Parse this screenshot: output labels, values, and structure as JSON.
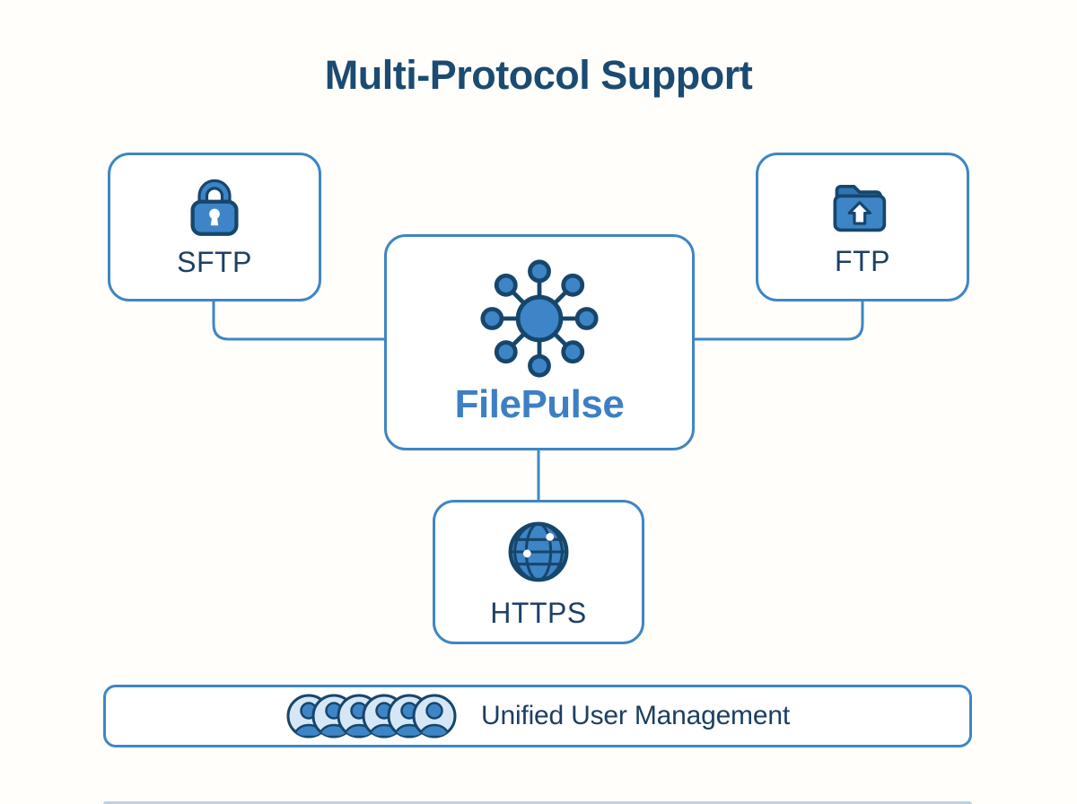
{
  "title": "Multi-Protocol Support",
  "nodes": {
    "sftp": {
      "label": "SFTP",
      "icon": "lock-icon"
    },
    "ftp": {
      "label": "FTP",
      "icon": "folder-upload-icon"
    },
    "hub": {
      "label": "FilePulse",
      "icon": "network-hub-icon"
    },
    "https": {
      "label": "HTTPS",
      "icon": "globe-icon"
    }
  },
  "edges": [
    {
      "from": "sftp",
      "to": "hub"
    },
    {
      "from": "ftp",
      "to": "hub"
    },
    {
      "from": "hub",
      "to": "https"
    }
  ],
  "footer": {
    "label": "Unified User Management",
    "icon": "user-avatars-icon",
    "avatar_count": 6
  },
  "colors": {
    "title_navy": "#1b4b72",
    "label_navy": "#1d4066",
    "accent_blue": "#3d85c6",
    "border_blue": "#3e86c5",
    "icon_stroke_navy": "#17466b",
    "filepulse_blue": "#3d7fc4",
    "avatar_light_blue": "#d5e7f7",
    "background": "#fffefb"
  }
}
